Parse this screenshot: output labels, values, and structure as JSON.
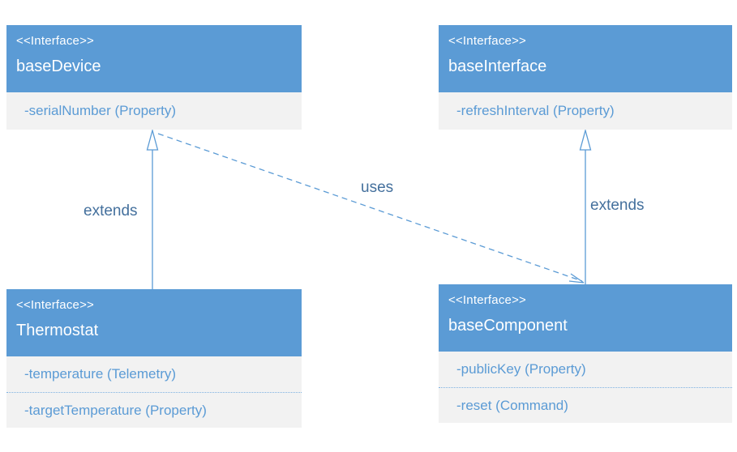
{
  "diagram": {
    "type": "uml-interface-diagram",
    "colors": {
      "header_bg": "#5b9bd5",
      "header_text": "#ffffff",
      "body_bg": "#f2f2f2",
      "member_text": "#5b9bd5",
      "edge_line": "#5b9bd5",
      "edge_label_text": "#44709d"
    },
    "nodes": [
      {
        "id": "baseDevice",
        "stereotype": "<<Interface>>",
        "title": "baseDevice",
        "members": [
          "-serialNumber (Property)"
        ]
      },
      {
        "id": "baseInterface",
        "stereotype": "<<Interface>>",
        "title": "baseInterface",
        "members": [
          "-refreshInterval (Property)"
        ]
      },
      {
        "id": "Thermostat",
        "stereotype": "<<Interface>>",
        "title": "Thermostat",
        "members": [
          "-temperature (Telemetry)",
          "-targetTemperature (Property)"
        ]
      },
      {
        "id": "baseComponent",
        "stereotype": "<<Interface>>",
        "title": "baseComponent",
        "members": [
          "-publicKey (Property)",
          "-reset (Command)"
        ]
      }
    ],
    "edges": [
      {
        "label": "extends",
        "from": "Thermostat",
        "to": "baseDevice",
        "line": "solid",
        "arrowhead": "hollow-triangle"
      },
      {
        "label": "extends",
        "from": "baseComponent",
        "to": "baseInterface",
        "line": "solid",
        "arrowhead": "hollow-triangle"
      },
      {
        "label": "uses",
        "from": "baseDevice",
        "to": "baseComponent",
        "line": "dashed",
        "arrowhead": "open"
      }
    ]
  }
}
